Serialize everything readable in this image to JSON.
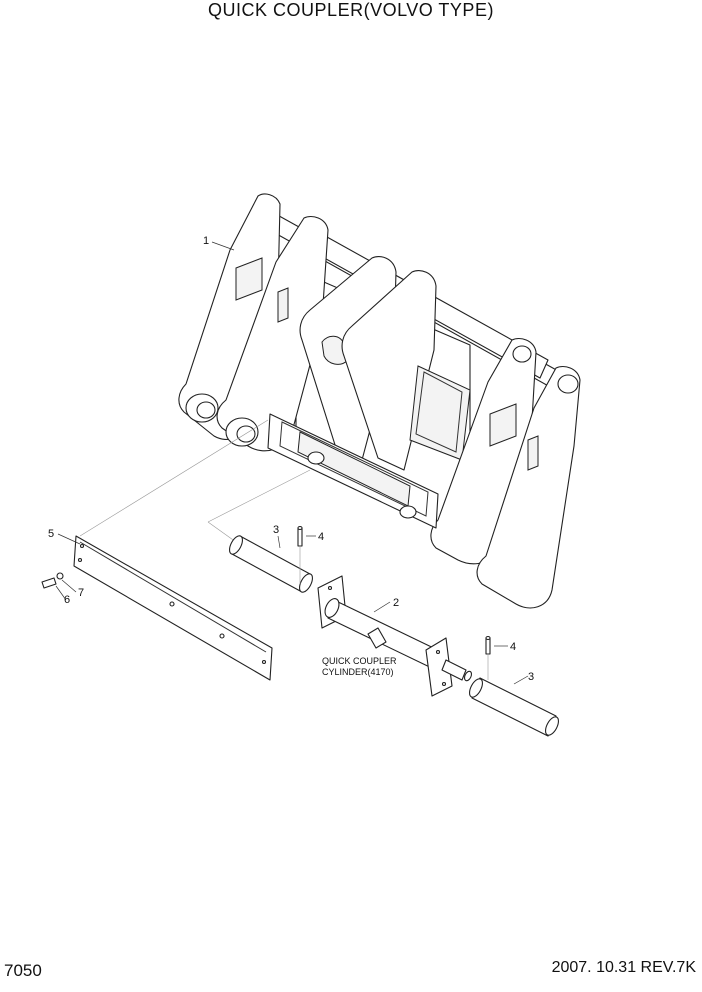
{
  "title": "QUICK COUPLER(VOLVO TYPE)",
  "page_number": "7050",
  "date_revision": "2007. 10.31  REV.7K",
  "callouts": [
    "1",
    "2",
    "3",
    "3",
    "4",
    "4",
    "5",
    "6",
    "7"
  ],
  "note_line1": "QUICK COUPLER",
  "note_line2": "CYLINDER(4170)"
}
